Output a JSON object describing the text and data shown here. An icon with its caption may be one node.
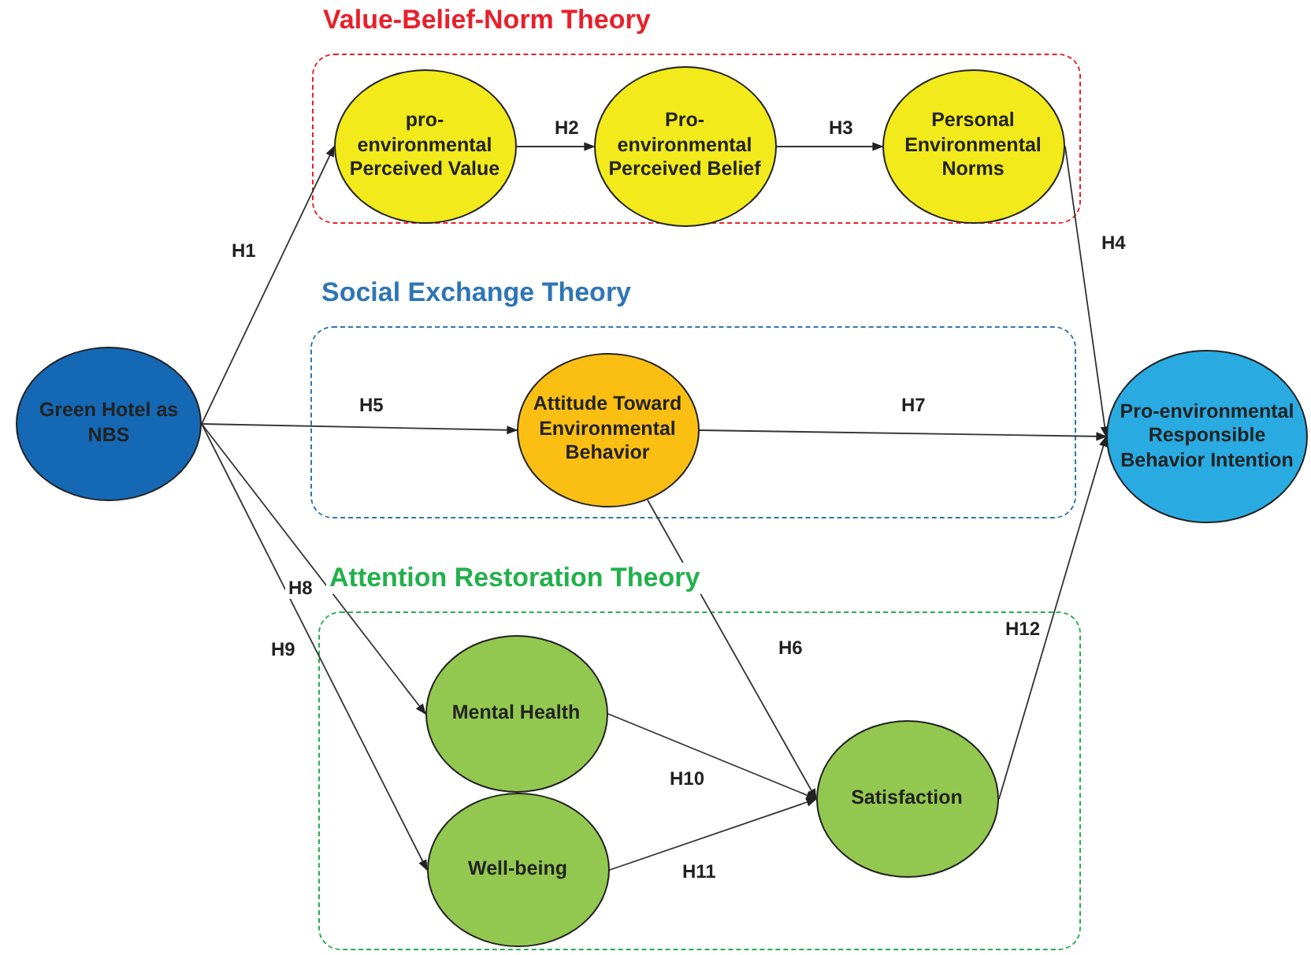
{
  "diagram": {
    "nodes": [
      {
        "text": [
          "Value-Belief-Norm Theory"
        ]
      },
      {
        "text": [
          "pro-environmental Perceived Value"
        ],
        "in": 0
      },
      {
        "text": [
          "Pro-environmental Perceived Belief"
        ],
        "in": 0
      },
      {
        "text": [
          "Personal Environmental Norms"
        ],
        "in": 0
      },
      {
        "text": [
          "Social Exchange Theory"
        ]
      },
      {
        "text": [
          "Attitude Toward Environmental Behavior"
        ],
        "in": 4
      },
      {
        "text": [
          "Attention Restoration Theory"
        ]
      },
      {
        "text": [
          "Mental Health"
        ],
        "in": 6
      },
      {
        "text": [
          "Well-being"
        ],
        "in": 6
      },
      {
        "text": [
          "Satisfaction"
        ],
        "in": 6
      },
      {
        "text": [
          "Green Hotel as NBS"
        ]
      },
      {
        "text": [
          "Pro-environmental Responsible Behavior Intention"
        ]
      }
    ],
    "edges": [
      {
        "from": 10,
        "to": 1,
        "arrow": "to",
        "label": "H1"
      },
      {
        "from": 1,
        "to": 2,
        "arrow": "to",
        "label": "H2"
      },
      {
        "from": 2,
        "to": 3,
        "arrow": "to",
        "label": "H3"
      },
      {
        "from": 3,
        "to": 11,
        "arrow": "to",
        "label": "H4"
      },
      {
        "from": 10,
        "to": 5,
        "arrow": "to",
        "label": "H5"
      },
      {
        "from": 5,
        "to": 9,
        "arrow": "to",
        "label": "H6"
      },
      {
        "from": 5,
        "to": 11,
        "arrow": "to",
        "label": "H7"
      },
      {
        "from": 10,
        "to": 7,
        "arrow": "to",
        "label": "H8"
      },
      {
        "from": 10,
        "to": 8,
        "arrow": "to",
        "label": "H9"
      },
      {
        "from": 7,
        "to": 9,
        "arrow": "to",
        "label": "H10"
      },
      {
        "from": 8,
        "to": 9,
        "arrow": "to",
        "label": "H11"
      },
      {
        "from": 9,
        "to": 11,
        "arrow": "to",
        "label": "H12"
      }
    ]
  }
}
